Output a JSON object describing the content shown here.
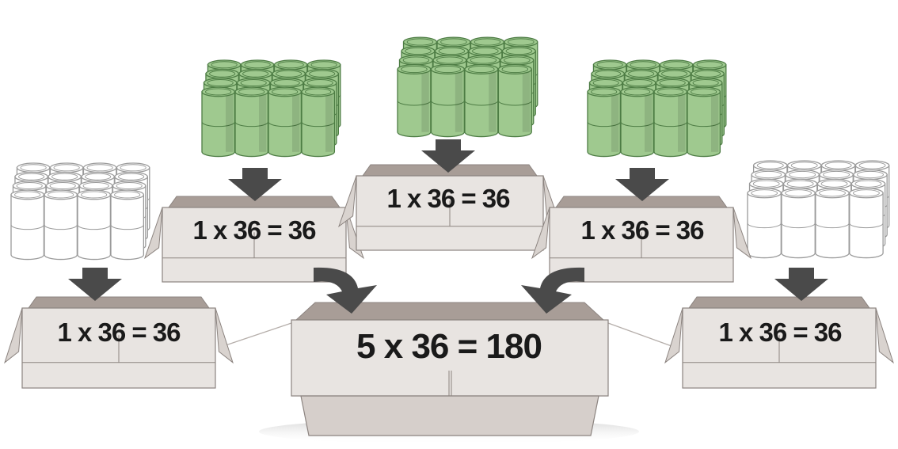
{
  "colors": {
    "green_can_fill": "#9fc98f",
    "green_can_stroke": "#4d7c44",
    "white_can_fill": "#ffffff",
    "white_can_stroke": "#9a9a9a",
    "box_face": "#e8e4e1",
    "box_inside": "#a89d97",
    "box_flap": "#d9d3cf",
    "box_stroke": "#8c8480",
    "arrow": "#4a4a4a"
  },
  "icons": [
    "can-stack-icon",
    "arrow-down-icon",
    "cardboard-box-icon"
  ],
  "boxes": [
    {
      "id": "left-outer",
      "can_color": "white",
      "label": "1 x 36 = 36"
    },
    {
      "id": "left-inner",
      "can_color": "green",
      "label": "1 x 36 = 36"
    },
    {
      "id": "center",
      "can_color": "green",
      "label": "1 x 36 = 36"
    },
    {
      "id": "right-inner",
      "can_color": "green",
      "label": "1 x 36 = 36"
    },
    {
      "id": "right-outer",
      "can_color": "white",
      "label": "1 x 36 = 36"
    }
  ],
  "total_box": {
    "label": "5 x 36 = 180"
  }
}
